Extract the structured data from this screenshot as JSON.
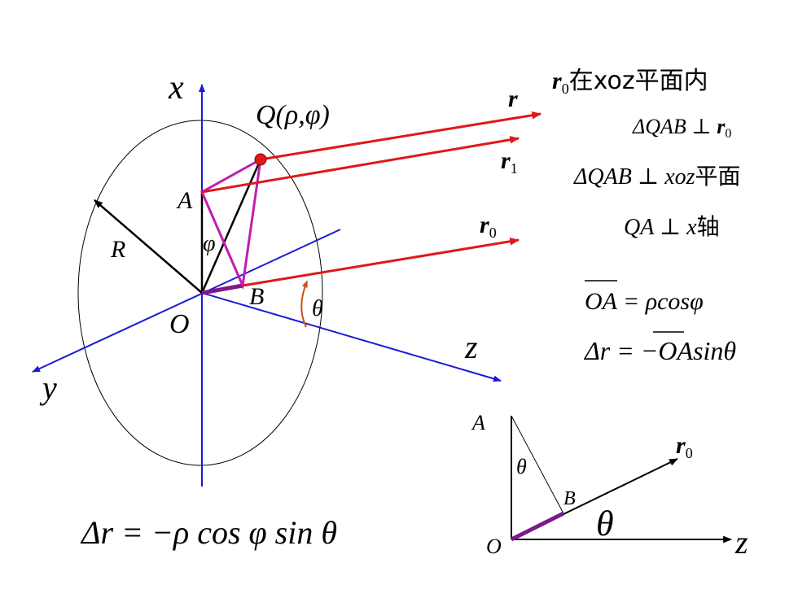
{
  "figure": {
    "axis_x_label": "x",
    "axis_y_label": "y",
    "axis_z_label": "z",
    "origin_label": "O",
    "radius_label": "R",
    "point_a_label": "A",
    "point_b_label": "B",
    "point_q_label": "Q(ρ,φ)",
    "angle_phi_label": "φ",
    "angle_theta_label": "θ",
    "vector_r": {
      "sym": "r",
      "sub": ""
    },
    "vector_r1": {
      "sym": "r",
      "sub": "1"
    },
    "vector_r0": {
      "sym": "r",
      "sub": "0"
    }
  },
  "formula_bottom": "Δr = −ρ cos φ sin θ",
  "notes": {
    "line1": {
      "sym": "r",
      "sub": "0",
      "text": "在xoz平面内"
    },
    "line2": {
      "left": "ΔQAB ⊥ ",
      "sym": "r",
      "sub": "0"
    },
    "line3": {
      "left": "ΔQAB ⊥ ",
      "mid": "xoz",
      "right": "平面"
    },
    "line4": {
      "left": "QA ⊥ ",
      "mid": "x",
      "right": "轴"
    },
    "line5": {
      "overline": "OA",
      "rest": " = ρcosφ"
    },
    "line6": {
      "left": "Δr = −",
      "overline": "OA",
      "rest": "sinθ"
    }
  },
  "inset": {
    "label_a": "A",
    "label_b": "B",
    "label_o": "O",
    "label_z": "z",
    "label_theta_small": "θ",
    "label_theta_large": "θ",
    "vector_r0": {
      "sym": "r",
      "sub": "0"
    }
  },
  "colors": {
    "axes": "#1a1ad6",
    "vectors": "#e01818",
    "triangle": "#c01cb0",
    "segment_ob": "#7a1a8c",
    "point_q": "#e01818",
    "theta_arc": "#c8501a",
    "ink": "#000000"
  }
}
